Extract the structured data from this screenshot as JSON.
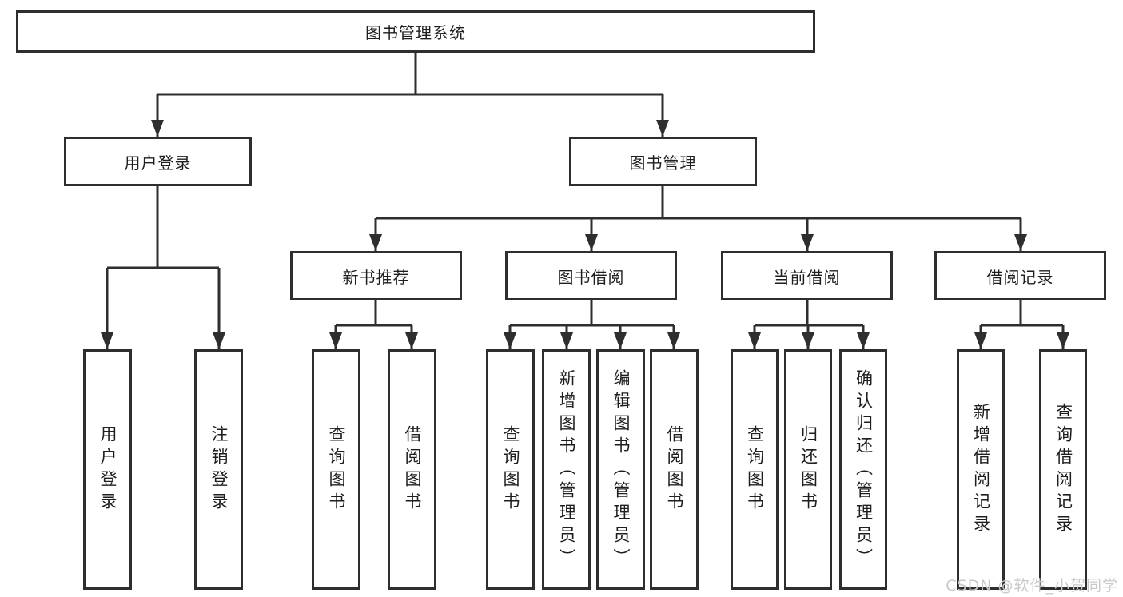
{
  "diagram_type": "hierarchy-tree",
  "tree": {
    "label": "图书管理系统",
    "children": [
      {
        "label": "用户登录",
        "children": [
          {
            "label": "用户登录"
          },
          {
            "label": "注销登录"
          }
        ]
      },
      {
        "label": "图书管理",
        "children": [
          {
            "label": "新书推荐",
            "children": [
              {
                "label": "查询图书"
              },
              {
                "label": "借阅图书"
              }
            ]
          },
          {
            "label": "图书借阅",
            "children": [
              {
                "label": "查询图书"
              },
              {
                "label": "新增图书（管理员）"
              },
              {
                "label": "编辑图书（管理员）"
              },
              {
                "label": "借阅图书"
              }
            ]
          },
          {
            "label": "当前借阅",
            "children": [
              {
                "label": "查询图书"
              },
              {
                "label": "归还图书"
              },
              {
                "label": "确认归还（管理员）"
              }
            ]
          },
          {
            "label": "借阅记录",
            "children": [
              {
                "label": "新增借阅记录"
              },
              {
                "label": "查询借阅记录"
              }
            ]
          }
        ]
      }
    ]
  },
  "watermark": {
    "text": "CSDN @软件_小贺同学"
  },
  "colors": {
    "line": "#2e2e2e",
    "text": "#1e1e1e",
    "background": "#ffffff",
    "watermark": "#c9c9c9"
  }
}
